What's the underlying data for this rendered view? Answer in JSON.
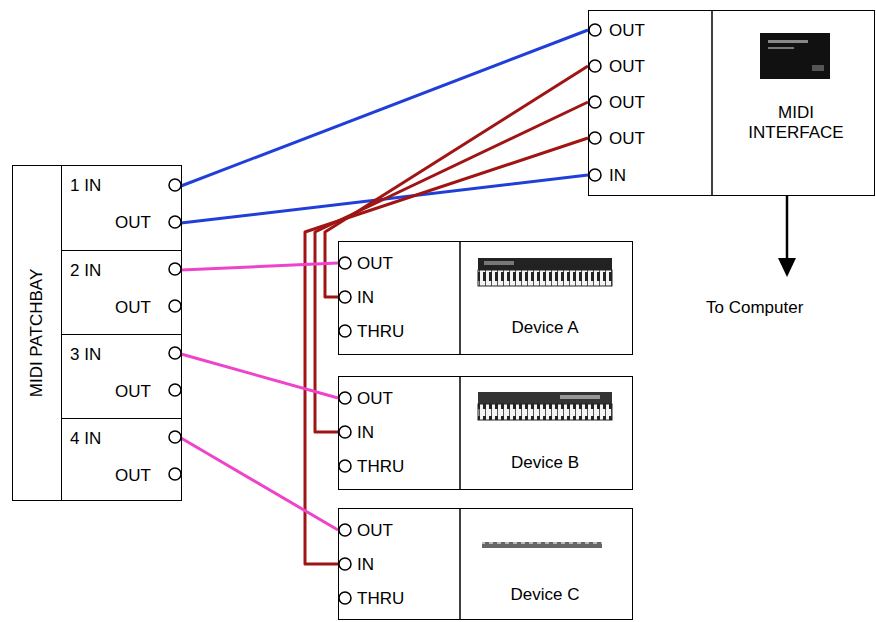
{
  "diagram": {
    "nodes": [
      {
        "text": [
          "OUT",
          "OUT",
          "OUT",
          "OUT",
          "IN",
          "MIDI INTERFACE"
        ]
      },
      {
        "text": [
          "MIDI PATCHBAY"
        ]
      },
      {
        "text": [
          "1 IN",
          "OUT"
        ],
        "in": 1
      },
      {
        "text": [
          "2 IN",
          "OUT"
        ],
        "in": 1
      },
      {
        "text": [
          "3 IN",
          "OUT"
        ],
        "in": 1
      },
      {
        "text": [
          "4 IN",
          "OUT"
        ],
        "in": 1
      },
      {
        "text": [
          "OUT",
          "IN",
          "THRU",
          "Device A"
        ]
      },
      {
        "text": [
          "OUT",
          "IN",
          "THRU",
          "Device B"
        ]
      },
      {
        "text": [
          "OUT",
          "IN",
          "THRU",
          "Device C"
        ]
      }
    ],
    "edges": [
      {
        "from": 0,
        "to": 2,
        "arrow": "none"
      },
      {
        "from": 2,
        "to": 0,
        "arrow": "none"
      },
      {
        "from": 0,
        "to": 6,
        "arrow": "none"
      },
      {
        "from": 0,
        "to": 7,
        "arrow": "none"
      },
      {
        "from": 0,
        "to": 8,
        "arrow": "none"
      },
      {
        "from": 6,
        "to": 3,
        "arrow": "none"
      },
      {
        "from": 7,
        "to": 4,
        "arrow": "none"
      },
      {
        "from": 8,
        "to": 5,
        "arrow": "none"
      }
    ],
    "labels": [
      "To Computer"
    ]
  }
}
